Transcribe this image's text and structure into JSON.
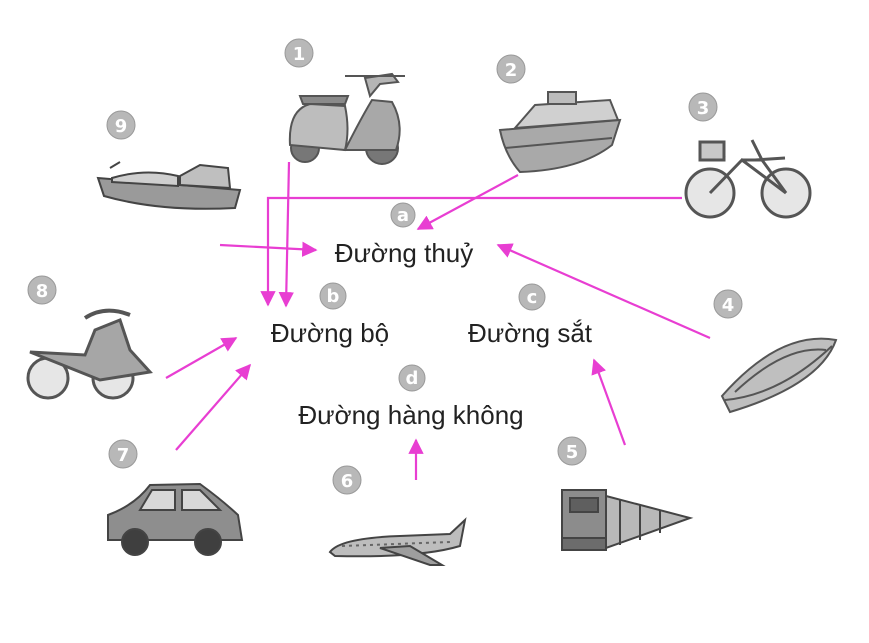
{
  "categories": {
    "a": {
      "letter": "a",
      "label": "Đường thuỷ"
    },
    "b": {
      "letter": "b",
      "label": "Đường bộ"
    },
    "c": {
      "letter": "c",
      "label": "Đường sắt"
    },
    "d": {
      "letter": "d",
      "label": "Đường hàng không"
    }
  },
  "vehicles": [
    {
      "num": "1",
      "icon": "scooter-icon"
    },
    {
      "num": "2",
      "icon": "ship-icon"
    },
    {
      "num": "3",
      "icon": "bicycle-icon"
    },
    {
      "num": "4",
      "icon": "boat-icon"
    },
    {
      "num": "5",
      "icon": "train-icon"
    },
    {
      "num": "6",
      "icon": "airplane-icon"
    },
    {
      "num": "7",
      "icon": "car-icon"
    },
    {
      "num": "8",
      "icon": "cyclo-icon"
    },
    {
      "num": "9",
      "icon": "barge-icon"
    }
  ],
  "colors": {
    "arrow": "#e83ed2",
    "badge": "#b8b8b8",
    "drawing": "#6e6e6e"
  }
}
